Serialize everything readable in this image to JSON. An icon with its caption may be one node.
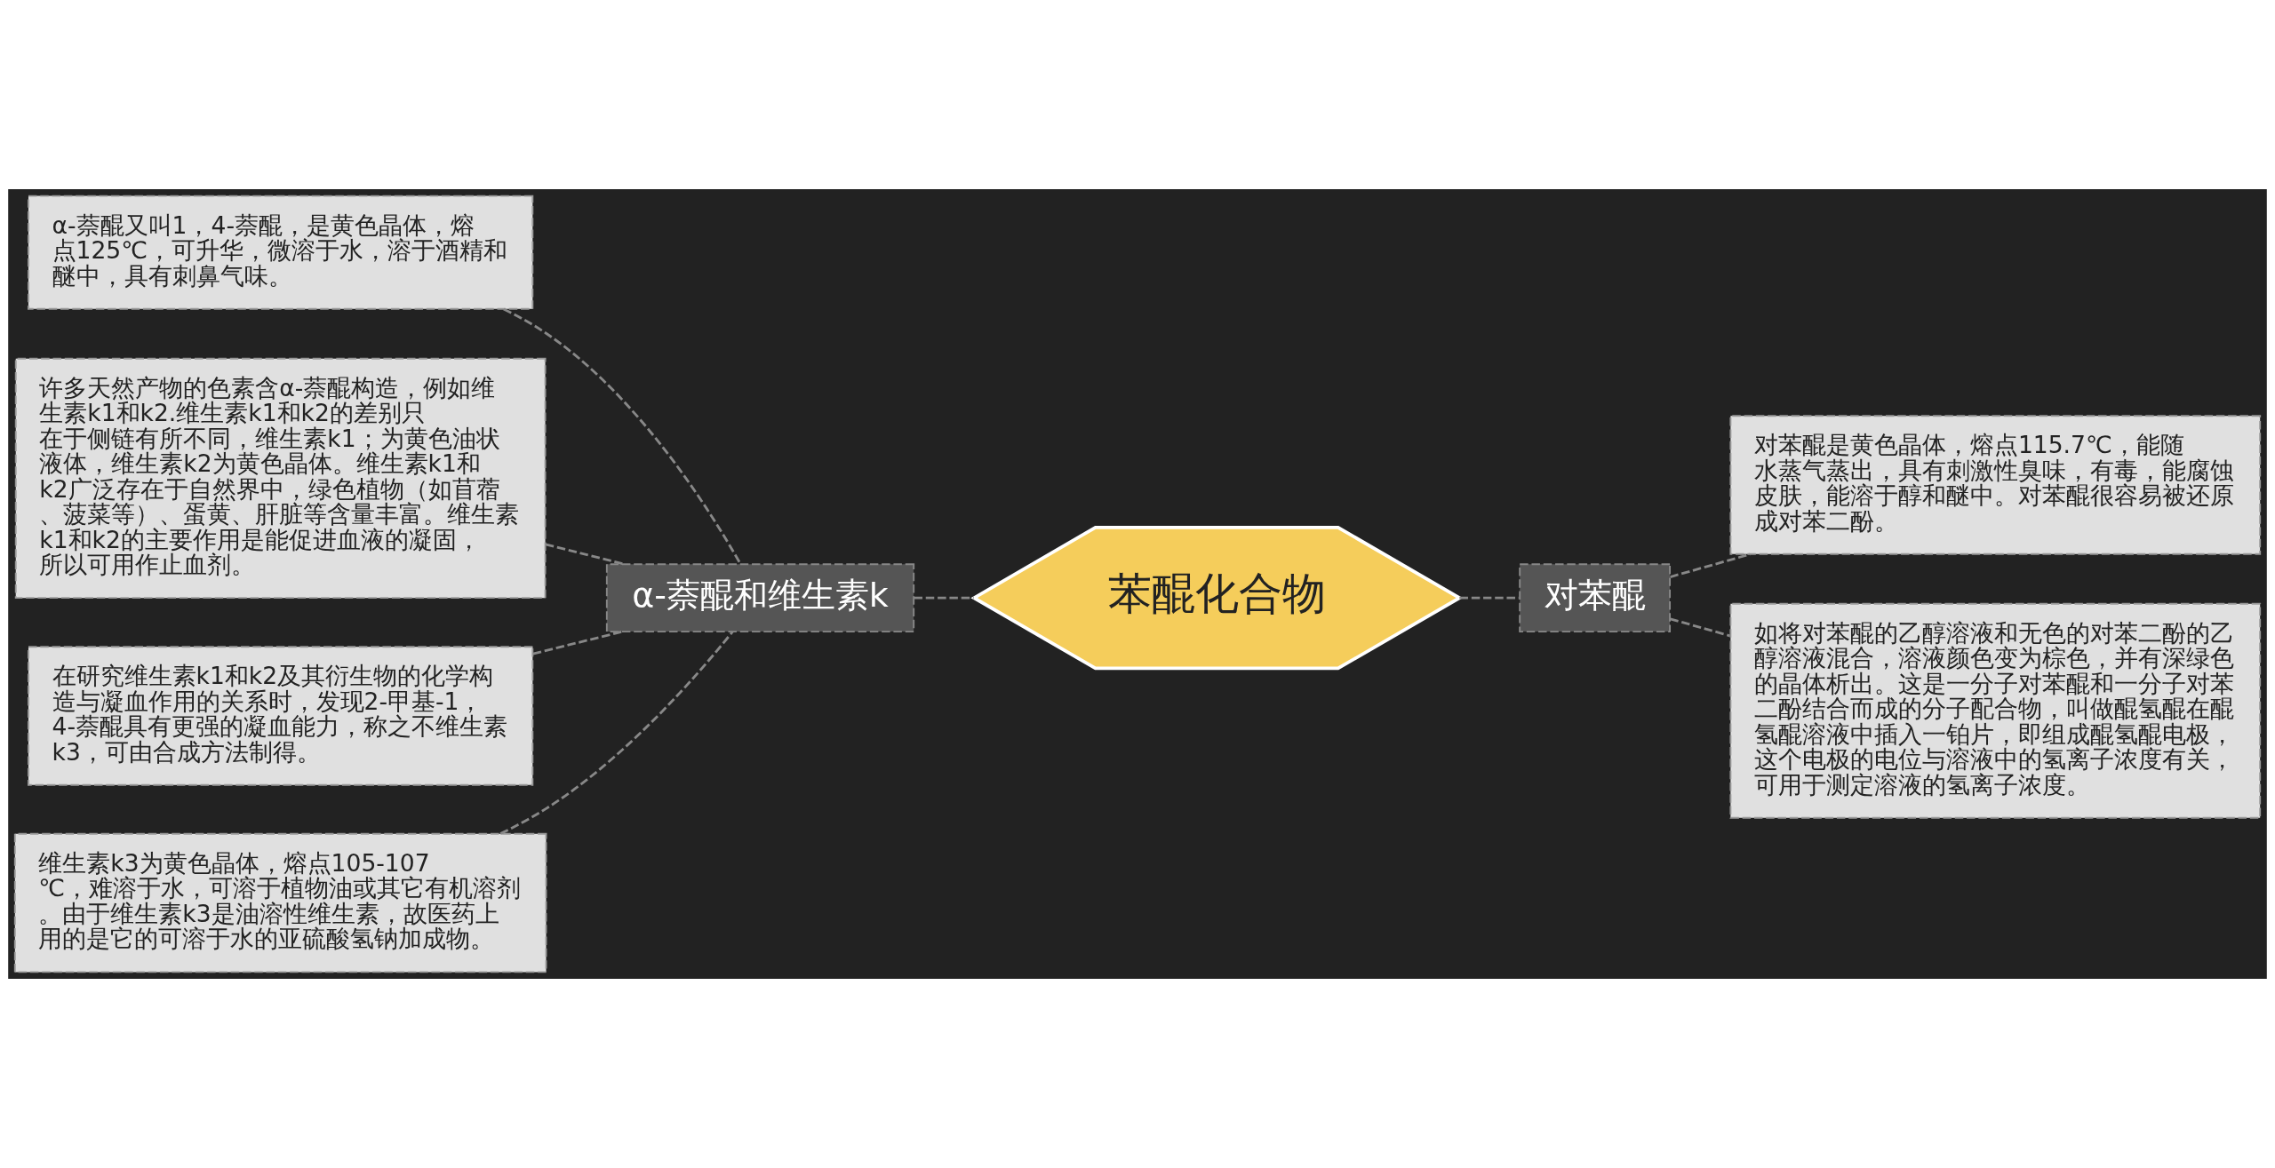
{
  "diagram": {
    "nodes": [
      {
        "text": [
          "苯醌化合物"
        ]
      },
      {
        "text": [
          "α-萘醌和维生素k"
        ]
      },
      {
        "text": [
          "α-萘醌又叫1，4-萘醌，是黄色晶体，熔点125℃，可升华，微溶于水，溶于酒精和醚中，具有刺鼻气味。"
        ]
      },
      {
        "text": [
          "许多天然产物的色素含α-萘醌构造，例如维生素k1和k2.维生素k1和k2的差别只在于侧链有所不同，维生素k1；为黄色油状液体，维生素k2为黄色晶体。维生素k1和k2广泛存在于自然界中，绿色植物（如苜蓿、菠菜等）、蛋黄、肝脏等含量丰富。维生素k1和k2的主要作用是能促进血液的凝固，所以可用作止血剂。"
        ]
      },
      {
        "text": [
          "在研究维生素k1和k2及其衍生物的化学构造与凝血作用的关系时，发现2-甲基-1，4-萘醌具有更强的凝血能力，称之不维生素k3，可由合成方法制得。"
        ]
      },
      {
        "text": [
          "维生素k3为黄色晶体，熔点105-107℃，难溶于水，可溶于植物油或其它有机溶剂。由于维生素k3是油溶性维生素，故医药上用的是它的可溶于水的亚硫酸氢钠加成物。"
        ]
      },
      {
        "text": [
          "对苯醌"
        ]
      },
      {
        "text": [
          "对苯醌是黄色晶体，熔点115.7℃，能随水蒸气蒸出，具有刺激性臭味，有毒，能腐蚀皮肤，能溶于醇和醚中。对苯醌很容易被还原成对苯二酚。"
        ]
      },
      {
        "text": [
          "如将对苯醌的乙醇溶液和无色的对苯二酚的乙醇溶液混合，溶液颜色变为棕色，并有深绿色的晶体析出。这是一分子对苯醌和一分子对苯二酚结合而成的分子配合物，叫做醌氢醌在醌氢醌溶液中插入一铂片，即组成醌氢醌电极，这个电极的电位与溶液中的氢离子浓度有关，可用于测定溶液的氢离子浓度。"
        ]
      }
    ],
    "edges": [
      {
        "from": 0,
        "to": 1,
        "arrow": "none",
        "style": "dashed"
      },
      {
        "from": 1,
        "to": 2,
        "arrow": "none",
        "style": "dashed"
      },
      {
        "from": 1,
        "to": 3,
        "arrow": "none",
        "style": "dashed"
      },
      {
        "from": 1,
        "to": 4,
        "arrow": "none",
        "style": "dashed"
      },
      {
        "from": 1,
        "to": 5,
        "arrow": "none",
        "style": "dashed"
      },
      {
        "from": 0,
        "to": 6,
        "arrow": "none",
        "style": "dashed"
      },
      {
        "from": 6,
        "to": 7,
        "arrow": "none",
        "style": "dashed"
      },
      {
        "from": 6,
        "to": 8,
        "arrow": "none",
        "style": "dashed"
      }
    ]
  }
}
